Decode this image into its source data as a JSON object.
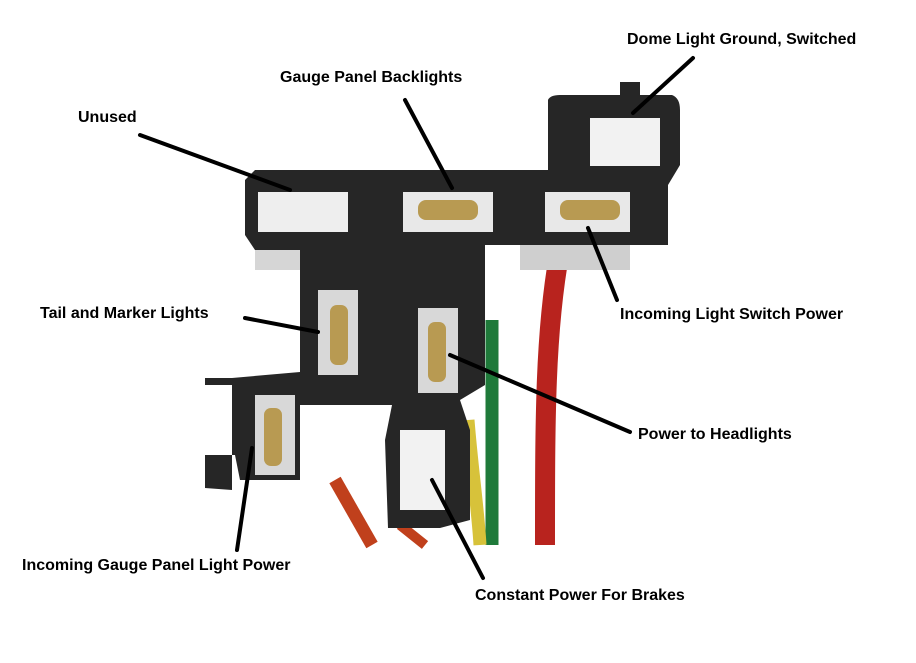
{
  "labels": {
    "dome_light_ground": "Dome Light Ground, Switched",
    "gauge_panel_backlights": "Gauge Panel Backlights",
    "unused": "Unused",
    "tail_marker_lights": "Tail and Marker Lights",
    "incoming_light_switch_power": "Incoming Light Switch Power",
    "power_to_headlights": "Power to Headlights",
    "incoming_gauge_panel_light_power": "Incoming Gauge Panel Light Power",
    "constant_power_brakes": "Constant Power For Brakes"
  },
  "colors": {
    "connector": "#262626",
    "terminal": "#b89a52",
    "wire_red": "#b8231e",
    "wire_green": "#1f7a3a",
    "wire_yellow": "#d7c23a",
    "leader_line": "#000000"
  }
}
